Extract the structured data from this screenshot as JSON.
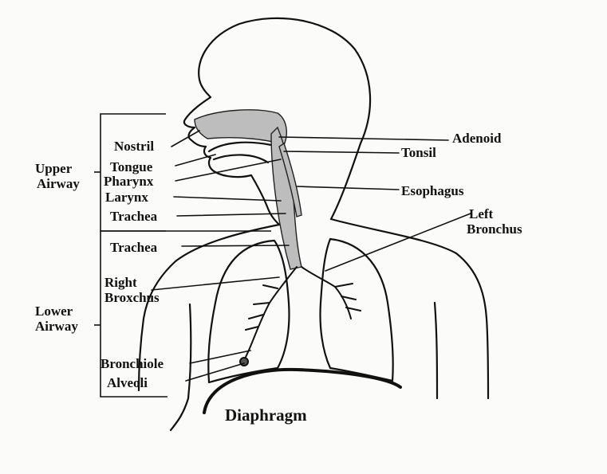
{
  "diagram": {
    "group_labels": {
      "upper_airway": {
        "line1": "Upper",
        "line2": "Airway"
      },
      "lower_airway": {
        "line1": "Lower",
        "line2": "Airway"
      }
    },
    "labels": {
      "nostril": "Nostril",
      "tongue": "Tongue",
      "pharynx": "Pharynx",
      "larynx": "Larynx",
      "trachea_upper": "Trachea",
      "trachea_lower": "Trachea",
      "right_bronchus": {
        "line1": "Right",
        "line2": "Broxchus"
      },
      "bronchiole": "Bronchiole",
      "alveoli": "Alveoli",
      "diaphragm": "Diaphragm",
      "adenoid": "Adenoid",
      "tonsil": "Tonsil",
      "esophagus": "Esophagus",
      "left_bronchus": {
        "line1": "Left",
        "line2": "Bronchus"
      }
    },
    "colors": {
      "ink": "#111111",
      "shading": "#bdbdbd",
      "paper": "#fbfbfa"
    }
  }
}
